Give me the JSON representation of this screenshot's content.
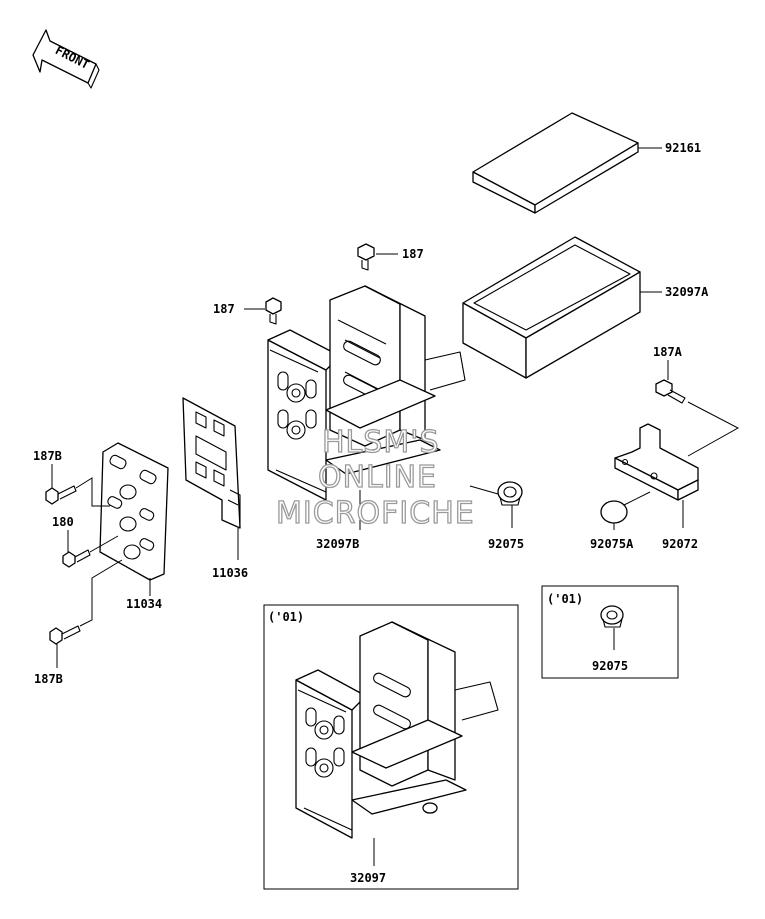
{
  "front_label": "FRONT",
  "callouts": {
    "p92161": "92161",
    "p32097A": "32097A",
    "p187_top": "187",
    "p187_left": "187",
    "p187A": "187A",
    "p187B_top": "187B",
    "p180": "180",
    "p187B_bottom": "187B",
    "p11034": "11034",
    "p11036": "11036",
    "p32097B": "32097B",
    "p92075": "92075",
    "p92075A": "92075A",
    "p92072": "92072",
    "p92075_inset": "92075",
    "p32097": "32097"
  },
  "insets": {
    "large_variant": "('01)",
    "small_variant": "('01)"
  },
  "watermark": {
    "line1": "HLSM'S",
    "line2": "ONLINE",
    "line3": "MICROFICHE"
  }
}
